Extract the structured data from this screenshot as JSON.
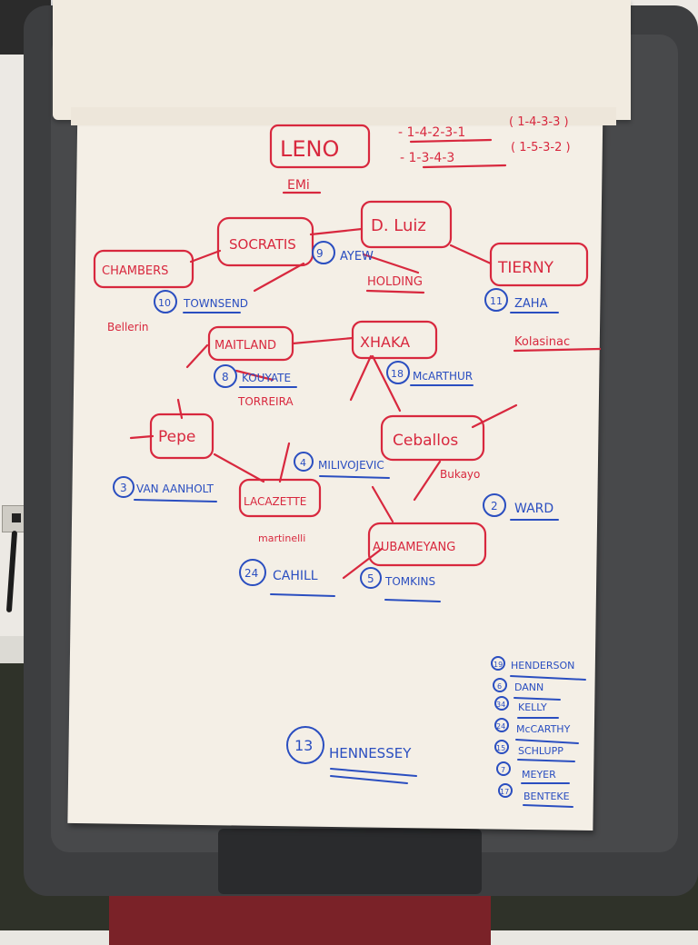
{
  "colors": {
    "red_ink": "#d8283e",
    "blue_ink": "#2a4ec0",
    "paper": "#f4efe6",
    "board": "#3d3e40"
  },
  "header": {
    "title": "LENO",
    "subtitle": "EMi",
    "formation_1": "- 1-4-2-3-1",
    "formation_1_alt": "( 1-4-3-3 )",
    "formation_2": "- 1-3-4-3",
    "formation_2_alt": "( 1-5-3-2 )"
  },
  "red_names": {
    "chambers": "CHAMBERS",
    "socratis": "SOCRATIS",
    "dluiz": "D. Luiz",
    "tierny": "TIERNY",
    "holding": "HOLDING",
    "bellerin": "Bellerin",
    "kolasinac": "Kolasinac",
    "maitland": "MAITLAND",
    "xhaka": "XHAKA",
    "torreira": "TORREIRA",
    "pepe": "Pepe",
    "ceballos": "Ceballos",
    "bukayo": "Bukayo",
    "lacazette": "LACAZETTE",
    "martinelli": "martinelli",
    "aubameyang": "AUBAMEYANG"
  },
  "blue_names": {
    "ayew": {
      "num": "9",
      "name": "AYEW"
    },
    "townsend": {
      "num": "10",
      "name": "TOWNSEND"
    },
    "zaha": {
      "num": "11",
      "name": "ZAHA"
    },
    "kouyate": {
      "num": "8",
      "name": "KOUYATE"
    },
    "mcarthur": {
      "num": "18",
      "name": "McARTHUR"
    },
    "van_aanholt": {
      "num": "3",
      "name": "VAN AANHOLT"
    },
    "milivojevic": {
      "num": "4",
      "name": "MILIVOJEVIC"
    },
    "ward": {
      "num": "2",
      "name": "WARD"
    },
    "cahill": {
      "num": "24",
      "name": "CAHILL"
    },
    "tomkins": {
      "num": "5",
      "name": "TOMKINS"
    },
    "hennessey": {
      "num": "13",
      "name": "HENNESSEY"
    }
  },
  "subs": [
    {
      "num": "19",
      "name": "HENDERSON"
    },
    {
      "num": "6",
      "name": "DANN"
    },
    {
      "num": "34",
      "name": "KELLY"
    },
    {
      "num": "24",
      "name": "McCARTHY"
    },
    {
      "num": "15",
      "name": "SCHLUPP"
    },
    {
      "num": "7",
      "name": "MEYER"
    },
    {
      "num": "17",
      "name": "BENTEKE"
    }
  ]
}
